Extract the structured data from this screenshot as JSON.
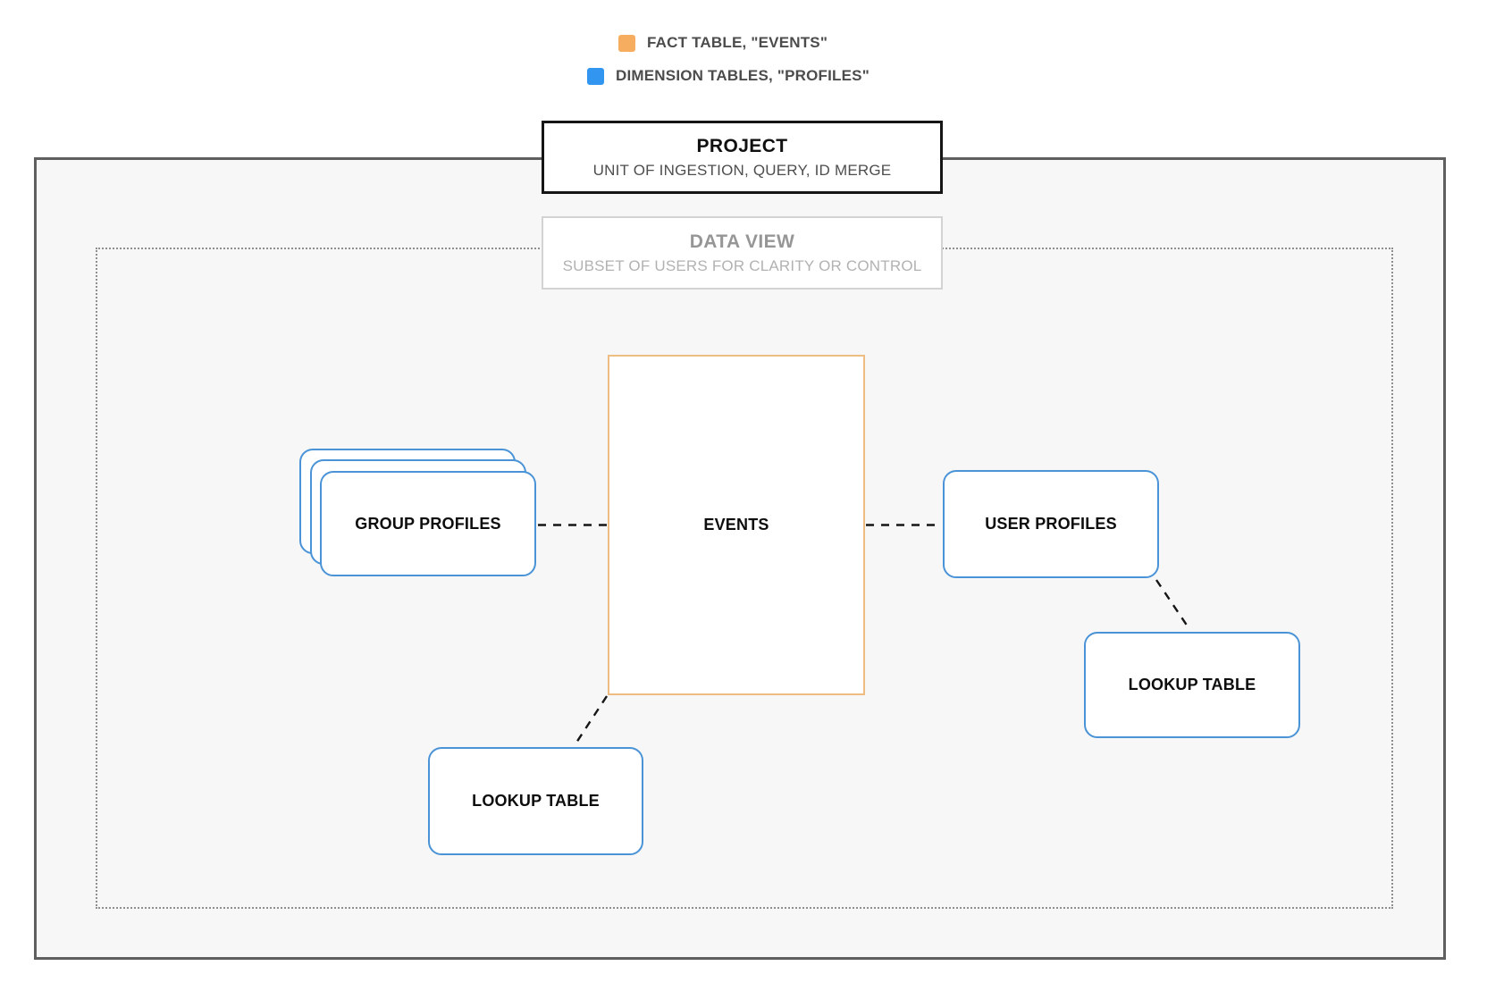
{
  "legend": {
    "items": [
      {
        "id": "fact-table",
        "label": "FACT TABLE, \"EVENTS\"",
        "color": "#f6ad5f"
      },
      {
        "id": "dimension-tables",
        "label": "DIMENSION TABLES, \"PROFILES\"",
        "color": "#3296f0"
      }
    ]
  },
  "project_box": {
    "title": "PROJECT",
    "subtitle": "UNIT OF INGESTION, QUERY, ID MERGE"
  },
  "data_view_box": {
    "title": "DATA VIEW",
    "subtitle": "SUBSET OF USERS FOR CLARITY OR CONTROL"
  },
  "nodes": {
    "events": {
      "label": "EVENTS",
      "role": "fact table"
    },
    "group_profiles": {
      "label": "GROUP PROFILES",
      "role": "dimension table",
      "stacked": true
    },
    "user_profiles": {
      "label": "USER PROFILES",
      "role": "dimension table"
    },
    "lookup_table_right": {
      "label": "LOOKUP TABLE",
      "role": "dimension table"
    },
    "lookup_table_bottom": {
      "label": "LOOKUP TABLE",
      "role": "dimension table"
    }
  },
  "connections": [
    {
      "from": "group_profiles",
      "to": "events"
    },
    {
      "from": "events",
      "to": "user_profiles"
    },
    {
      "from": "user_profiles",
      "to": "lookup_table_right"
    },
    {
      "from": "events",
      "to": "lookup_table_bottom"
    }
  ],
  "colors": {
    "fact_border": "#edbd82",
    "dimension_border": "#4a93d7",
    "connector": "#161616",
    "project_border": "#151515",
    "boundary_border": "#5f5f5f",
    "boundary_fill": "#f7f7f7",
    "dotted_border": "#8f8f8f"
  }
}
